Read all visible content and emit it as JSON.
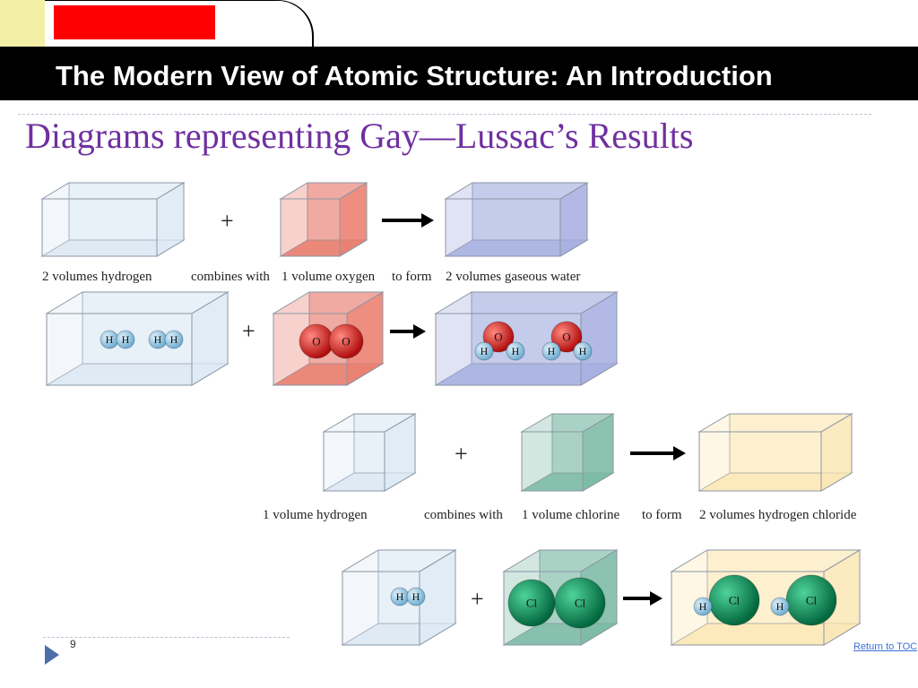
{
  "header": {
    "title": "The Modern View of Atomic Structure: An Introduction"
  },
  "slide": {
    "subtitle": "Diagrams representing Gay—Lussac’s Results",
    "plus": "+",
    "row1_labels": [
      "2 volumes hydrogen",
      "combines with",
      "1 volume oxygen",
      "to form",
      "2 volumes gaseous water"
    ],
    "row2_labels": [
      "1 volume hydrogen",
      "combines with",
      "1 volume chlorine",
      "to form",
      "2 volumes hydrogen chloride"
    ],
    "atoms": {
      "H": "H",
      "O": "O",
      "Cl": "Cl"
    }
  },
  "footer": {
    "page_number": "9",
    "toc_link": "Return to TOC"
  },
  "colors": {
    "title_bar": "#000000",
    "subtitle": "#7030a0",
    "hydrogen_box": "#dce9f4",
    "oxygen_box": "#e97c6c",
    "water_box": "#a5aee0",
    "chlorine_box": "#7ab9a3",
    "hcl_box": "#fbe7b5",
    "hydrogen_atom": "#8fc3e0",
    "oxygen_atom": "#d91c1c",
    "chlorine_atom": "#0f8a55"
  }
}
